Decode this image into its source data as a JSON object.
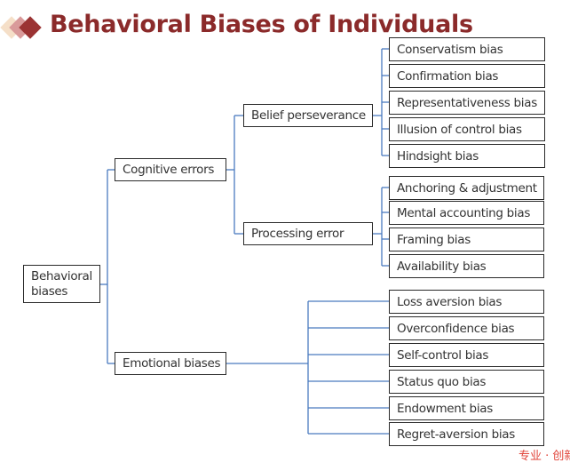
{
  "title": "Behavioral Biases of Individuals",
  "colors": {
    "title": "#8b2a2a",
    "connector": "#4a7bbf",
    "watermark": "#e0443a"
  },
  "tree": {
    "root": "Behavioral biases",
    "cognitive": {
      "label": "Cognitive errors",
      "belief": {
        "label": "Belief perseverance",
        "items": [
          "Conservatism bias",
          "Confirmation bias",
          "Representativeness bias",
          "Illusion of control bias",
          "Hindsight bias"
        ]
      },
      "processing": {
        "label": "Processing error",
        "items": [
          "Anchoring & adjustment",
          "Mental accounting bias",
          "Framing bias",
          "Availability bias"
        ]
      }
    },
    "emotional": {
      "label": "Emotional biases",
      "items": [
        "Loss aversion bias",
        "Overconfidence bias",
        "Self-control bias",
        "Status quo bias",
        "Endowment bias",
        "Regret-aversion bias"
      ]
    }
  },
  "watermark": "专业 · 创新"
}
